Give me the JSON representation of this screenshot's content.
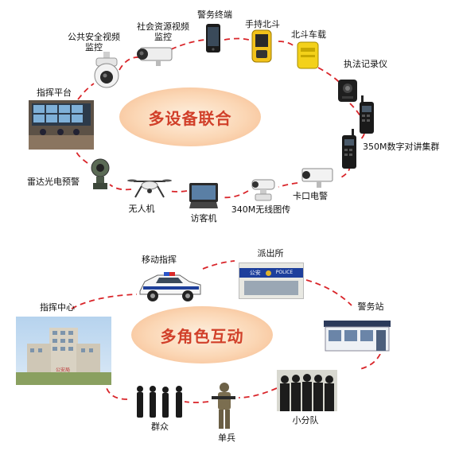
{
  "top_hub": {
    "label": "多设备联合"
  },
  "bottom_hub": {
    "label": "多角色互动"
  },
  "devices": {
    "cam_public": "公共安全视频\n监控",
    "cam_social": "社会资源视频\n监控",
    "police_terminal": "警务终端",
    "handheld_beidou": "手持北斗",
    "vehicle_beidou": "北斗车载",
    "law_recorder": "执法记录仪",
    "command_platform": "指挥平台",
    "digital_radio": "350M数字对讲集群",
    "radar_warning": "雷达光电预警",
    "drone": "无人机",
    "visitor_pc": "访客机",
    "wireless_video": "340M无线图传",
    "checkpoint": "卡口电警"
  },
  "roles": {
    "mobile_command": "移动指挥",
    "police_station": "派出所",
    "police_post": "警务站",
    "command_center": "指挥中心",
    "masses": "群众",
    "soldier": "单兵",
    "squad": "小分队"
  },
  "signs": {
    "station_sign": "公安",
    "station_sign_en": "POLICE",
    "center_sign": "公安局"
  },
  "colors": {
    "link": "#d9252a",
    "hub_text": "#d1402a"
  }
}
